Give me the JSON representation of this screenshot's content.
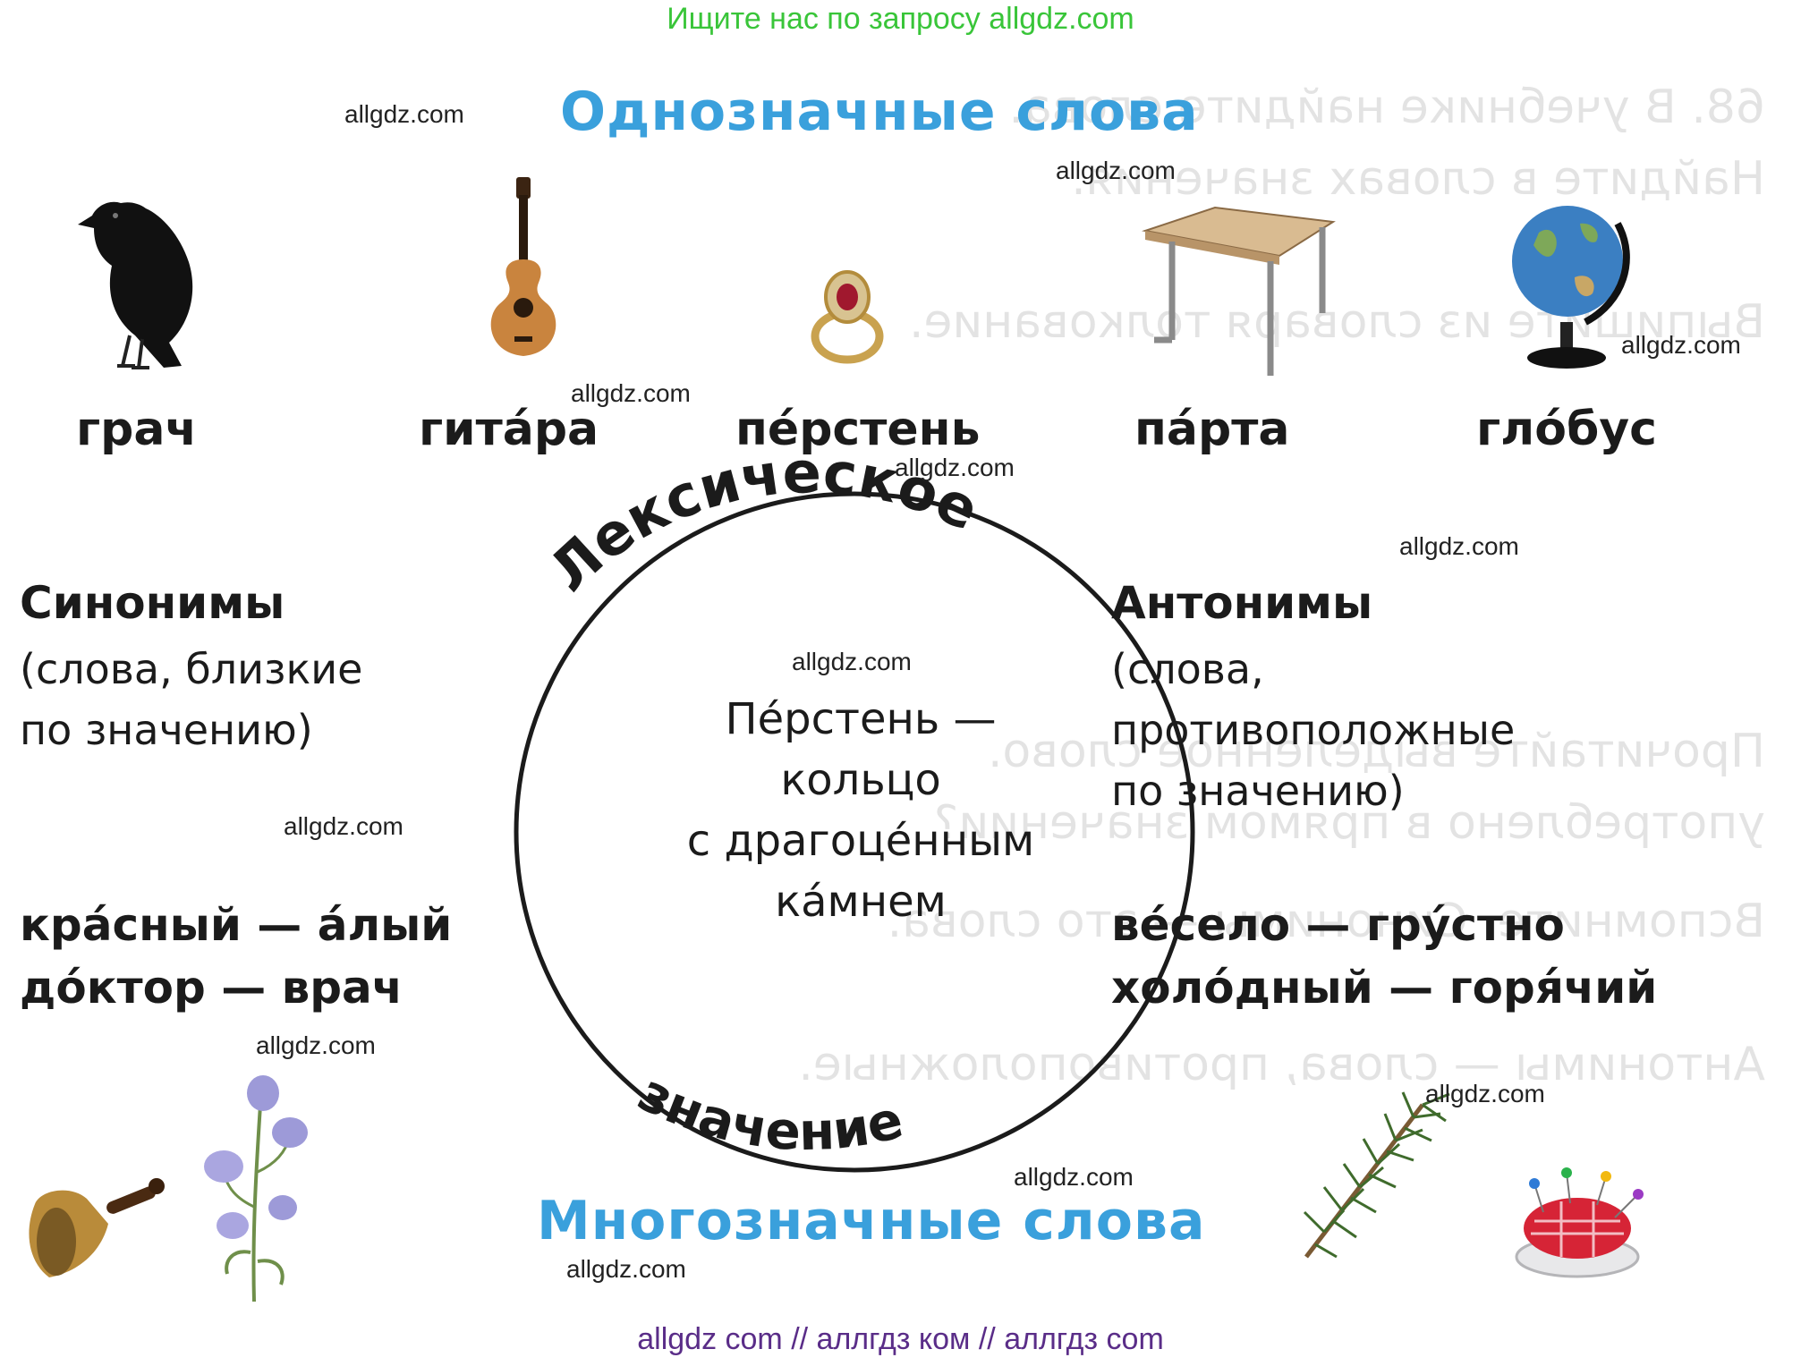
{
  "notices": {
    "top": "Ищите нас по запросу allgdz.com",
    "bottom": "allgdz com  //  аллгдз ком  //  аллгдз com"
  },
  "headings": {
    "top": "Однозначные  слова",
    "bottom": "Многозначные   слова"
  },
  "words": [
    "грач",
    "гита́ра",
    "пе́рстень",
    "па́рта",
    "гло́бус"
  ],
  "icons": [
    "rook-icon",
    "guitar-icon",
    "ring-icon",
    "desk-icon",
    "globe-icon",
    "bell-icon",
    "bellflower-icon",
    "pine-branch-icon",
    "pincushion-icon"
  ],
  "circle": {
    "arc_top": "Лексическое",
    "arc_bottom": "значение",
    "text": "Пе́рстень —\nкольцо\nс драгоце́нным\nка́мнем"
  },
  "synonyms": {
    "title": "Синонимы",
    "desc": "(слова,   близкие\nпо   значению)",
    "pairs": [
      "кра́сный — а́лый",
      "до́ктор — врач"
    ]
  },
  "antonyms": {
    "title": "Антонимы",
    "desc": "(слова,\nпротивоположные\nпо   значению)",
    "pairs": [
      "ве́село — гру́стно",
      "холо́дный — горя́чий"
    ]
  },
  "watermark": "allgdz.com",
  "colors": {
    "heading": "#3aa0dc",
    "top_notice": "#39c539",
    "bottom_notice": "#5a2d88",
    "text": "#1b1b1b"
  }
}
